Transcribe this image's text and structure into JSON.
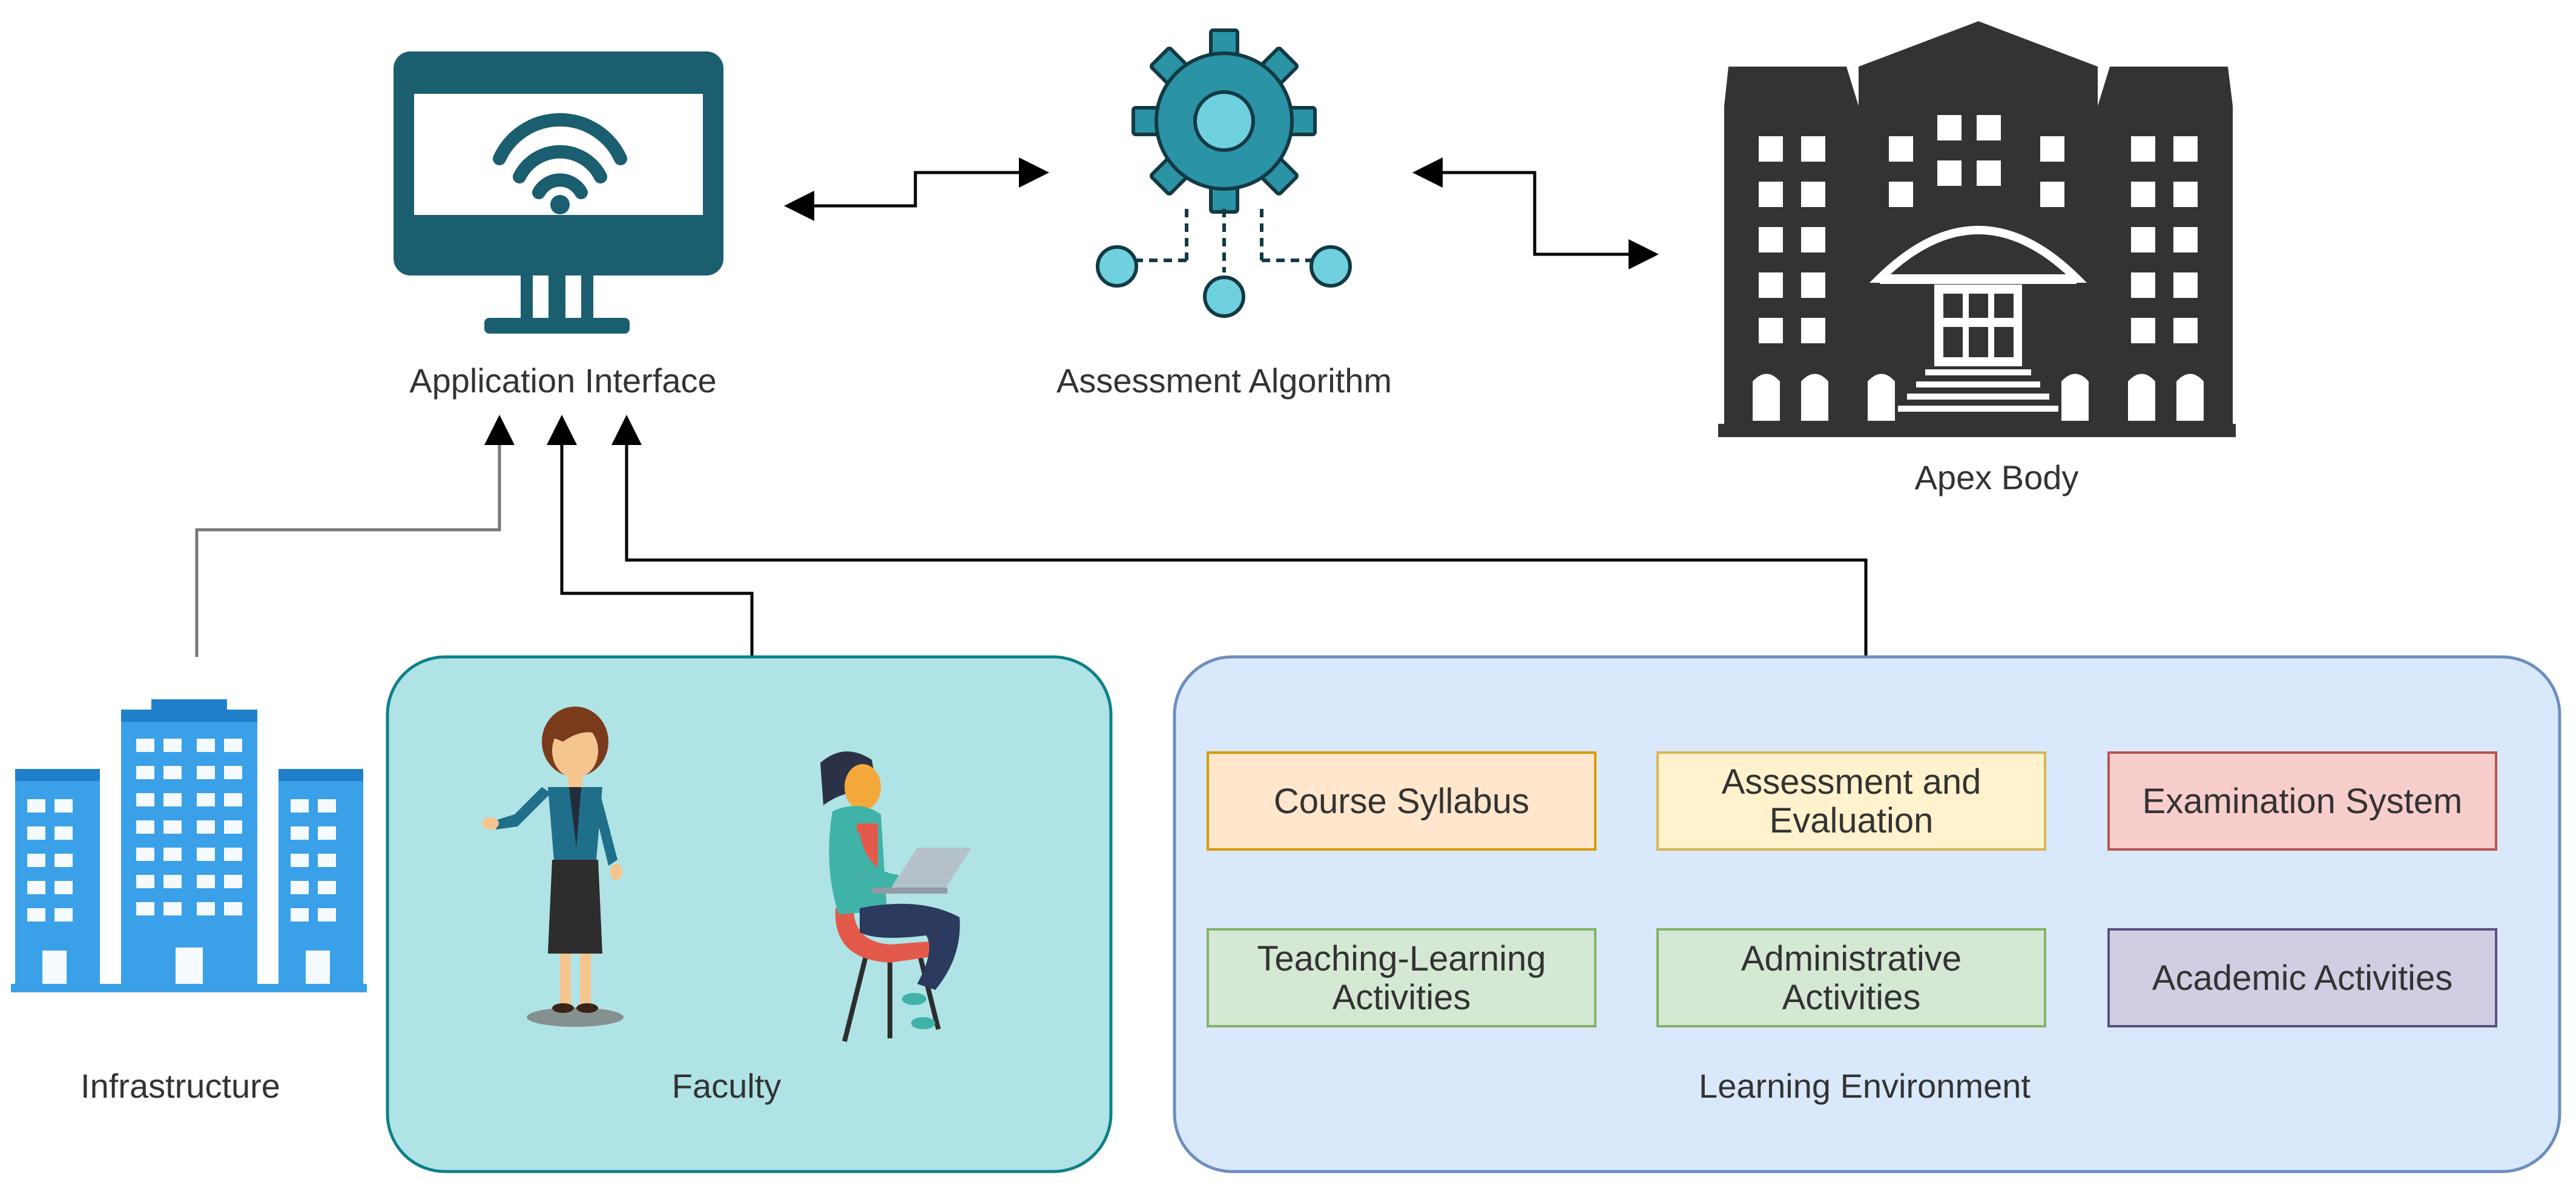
{
  "nodes": {
    "application_interface": {
      "label": "Application Interface"
    },
    "assessment_algorithm": {
      "label": "Assessment Algorithm"
    },
    "apex_body": {
      "label": "Apex Body"
    },
    "infrastructure": {
      "label": "Infrastructure"
    },
    "faculty": {
      "label": "Faculty"
    },
    "learning_environment": {
      "label": "Learning Environment"
    }
  },
  "learning_items": [
    {
      "lines": [
        "Course Syllabus"
      ],
      "fill": "#ffe6cc",
      "stroke": "#d79b00"
    },
    {
      "lines": [
        "Assessment and",
        "Evaluation"
      ],
      "fill": "#fff2cc",
      "stroke": "#d6b656"
    },
    {
      "lines": [
        "Examination System"
      ],
      "fill": "#f8cecc",
      "stroke": "#b85450"
    },
    {
      "lines": [
        "Teaching-Learning",
        "Activities"
      ],
      "fill": "#d5e8d4",
      "stroke": "#82b366"
    },
    {
      "lines": [
        "Administrative",
        "Activities"
      ],
      "fill": "#d5e8d4",
      "stroke": "#82b366"
    },
    {
      "lines": [
        "Academic Activities"
      ],
      "fill": "#d0cee2",
      "stroke": "#56517e"
    }
  ],
  "colors": {
    "faculty_panel_fill": "#b0e3e6",
    "faculty_panel_stroke": "#0e8088",
    "learning_panel_fill": "#dae8fc",
    "learning_panel_stroke": "#6c8ebf",
    "monitor": "#1b5e6f",
    "gear": "#2a93a6",
    "apex": "#333333",
    "infrastructure": "#3aa0e8",
    "connector": "#000000"
  },
  "icons": {
    "application_interface": "monitor-wifi-icon",
    "assessment_algorithm": "gear-network-icon",
    "apex_body": "university-building-icon",
    "infrastructure": "office-buildings-icon",
    "faculty_left": "standing-woman-icon",
    "faculty_right": "seated-woman-laptop-icon"
  }
}
